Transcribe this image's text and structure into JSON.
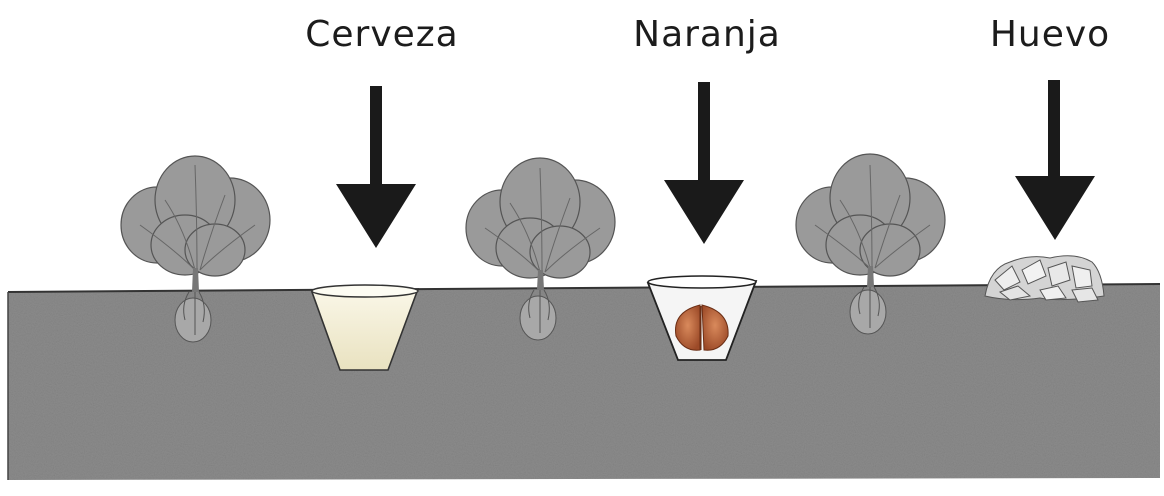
{
  "labels": {
    "beer": "Cerveza",
    "orange": "Naranja",
    "egg": "Huevo"
  },
  "colors": {
    "soil": "#8c8c8c",
    "soil_dark": "#6f6f6f",
    "arrow": "#1a1a1a",
    "lettuce": "#9a9a9a",
    "beer": "#f4f0d9",
    "orange": "#c06a3e",
    "eggshell": "#e6e6e6"
  },
  "icons": {
    "lettuce": "lettuce-icon",
    "beer_trap": "beer-cup-icon",
    "orange_trap": "orange-cup-icon",
    "eggshell": "eggshell-icon",
    "arrow": "arrow-down-icon"
  }
}
